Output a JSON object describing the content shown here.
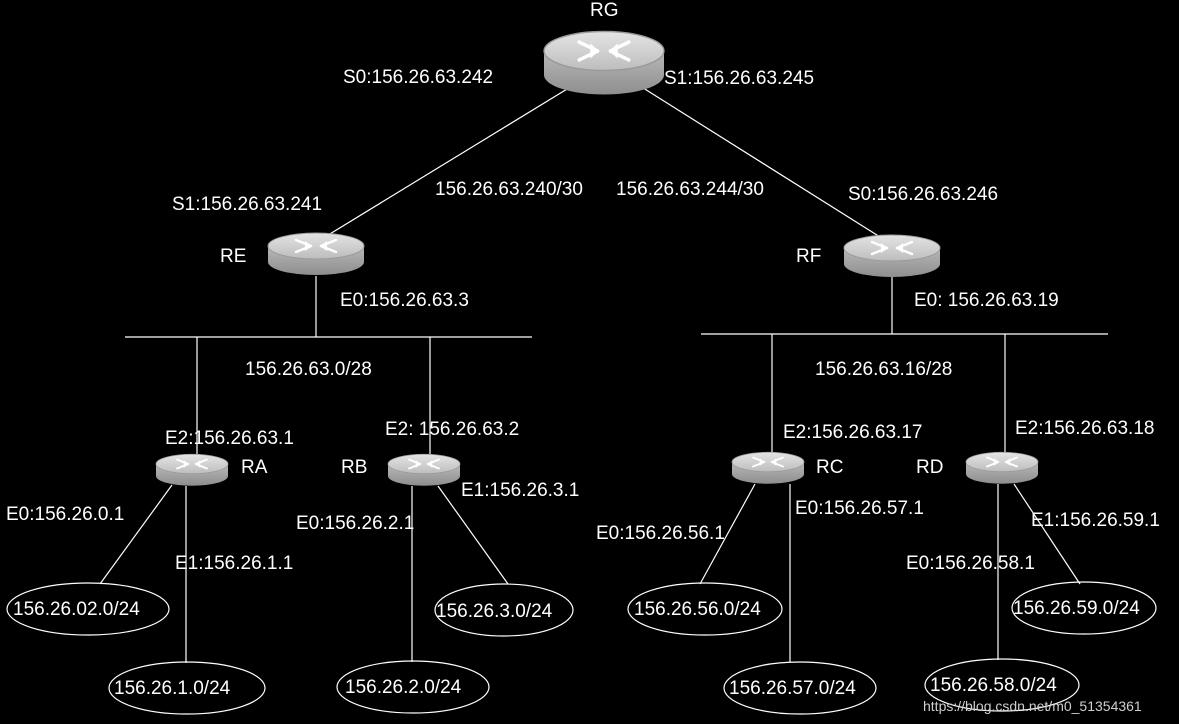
{
  "colors": {
    "background": "#000000",
    "foreground": "#ffffff",
    "router_body": "#a9a9a9",
    "router_top": "#d6d6d6"
  },
  "routers": {
    "rg": {
      "name": "RG",
      "icon": "router-icon"
    },
    "re": {
      "name": "RE",
      "icon": "router-icon"
    },
    "rf": {
      "name": "RF",
      "icon": "router-icon"
    },
    "ra": {
      "name": "RA",
      "icon": "router-icon"
    },
    "rb": {
      "name": "RB",
      "icon": "router-icon"
    },
    "rc": {
      "name": "RC",
      "icon": "router-icon"
    },
    "rd": {
      "name": "RD",
      "icon": "router-icon"
    }
  },
  "interfaces": {
    "rg_s0": "S0:156.26.63.242",
    "rg_s1": "S1:156.26.63.245",
    "re_s1": "S1:156.26.63.241",
    "re_e0": "E0:156.26.63.3",
    "rf_s0": "S0:156.26.63.246",
    "rf_e0": "E0: 156.26.63.19",
    "ra_e2": "E2:156.26.63.1",
    "ra_e0": "E0:156.26.0.1",
    "ra_e1": "E1:156.26.1.1",
    "rb_e2": "E2: 156.26.63.2",
    "rb_e1": "E1:156.26.3.1",
    "rb_e0": "E0:156.26.2.1",
    "rc_e2": "E2:156.26.63.17",
    "rc_e0": "E0:156.26.56.1",
    "rc_e1": "E0:156.26.57.1",
    "rd_e2": "E2:156.26.63.18",
    "rd_e1": "E1:156.26.59.1",
    "rd_e0": "E0:156.26.58.1"
  },
  "links": {
    "rg_re": "156.26.63.240/30",
    "rg_rf": "156.26.63.244/30",
    "lan_left": "156.26.63.0/28",
    "lan_right": "156.26.63.16/28"
  },
  "networks": {
    "net_02": "156.26.02.0/24",
    "net_1": "156.26.1.0/24",
    "net_2": "156.26.2.0/24",
    "net_3": "156.26.3.0/24",
    "net_56": "156.26.56.0/24",
    "net_57": "156.26.57.0/24",
    "net_58": "156.26.58.0/24",
    "net_59": "156.26.59.0/24"
  },
  "watermark": "https://blog.csdn.net/m0_51354361"
}
